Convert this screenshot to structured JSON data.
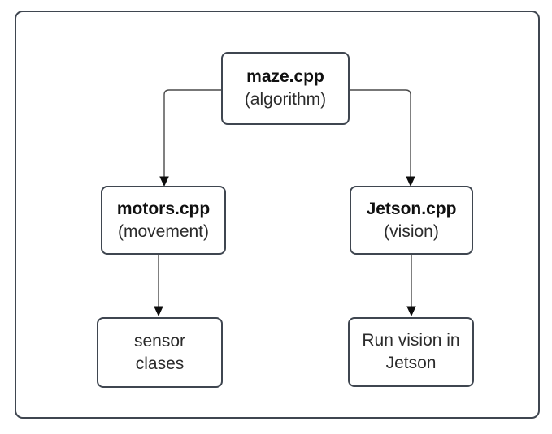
{
  "diagram": {
    "colors": {
      "background": "#ffffff",
      "frame_border": "#3f4650",
      "node_border": "#3f4650",
      "node_fill": "#ffffff",
      "connector": "#4a4a4a",
      "arrowhead": "#0d0d0d",
      "title_text": "#101010",
      "body_text": "#2b2b2b"
    },
    "nodes": {
      "maze": {
        "title": "maze.cpp",
        "subtitle": "(algorithm)"
      },
      "motors": {
        "title": "motors.cpp",
        "subtitle": "(movement)"
      },
      "jetson": {
        "title": "Jetson.cpp",
        "subtitle": "(vision)"
      },
      "sensor": {
        "line1": "sensor",
        "line2": "clases"
      },
      "run_vision": {
        "line1": "Run vision in",
        "line2": "Jetson"
      }
    },
    "edges": [
      {
        "from": "maze",
        "to": "motors"
      },
      {
        "from": "maze",
        "to": "jetson"
      },
      {
        "from": "motors",
        "to": "sensor"
      },
      {
        "from": "jetson",
        "to": "run_vision"
      }
    ]
  }
}
